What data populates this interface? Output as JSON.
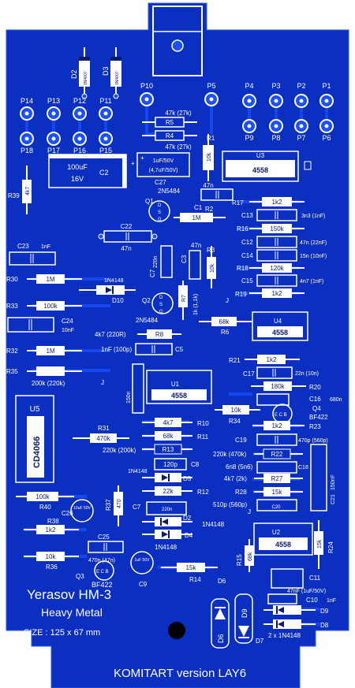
{
  "board": {
    "background": "#0b2fc0",
    "copper": "#1b4fff",
    "silk": "#ffffff",
    "title_line1": "Yerasov HM-3",
    "title_line2": "Heavy Metal",
    "size": "SIZE : 125 x 67 mm",
    "footer": "KOMITART version LAY6"
  },
  "pads": {
    "p14": "P14",
    "p13": "P13",
    "p12": "P12",
    "p11": "P11",
    "p10": "P10",
    "p5": "P5",
    "p4": "P4",
    "p3": "P3",
    "p2": "P2",
    "p1": "P1",
    "p18": "P18",
    "p17": "P17",
    "p16": "P16",
    "p15": "P15",
    "p9": "P9",
    "p8": "P8",
    "p7": "P7",
    "p6": "P6"
  },
  "diodes": {
    "d2": "D2",
    "d2_type": "1N4007",
    "d3": "D3",
    "d3_type": "1N4007",
    "d10": "D10",
    "d10_type": "1N4148",
    "d5": "D5",
    "d5_type": "1N4148",
    "d4": "D4",
    "d4_type": "1N4148",
    "d2b": "D2",
    "d2b_type": "1N4148",
    "d6": "D6",
    "d7": "D7",
    "d8": "D8",
    "d9": "D9",
    "d9_type": "2 x 1N4148",
    "d6_body": "D6",
    "d9_body": "D9"
  },
  "parts": {
    "r5": "R5",
    "r4": "R4",
    "r5_val": "47k (27k)",
    "r4_val": "47k (27k)",
    "r1": "R1",
    "r1_val": "10k",
    "c2": "C2",
    "c2_val": "100uF",
    "c2_v": "16V",
    "c27": "C27",
    "c27_val": "1uF/50V",
    "c27_alt": "(4,7uF/50V)",
    "u3": "U3",
    "u3_type": "4558",
    "r39": "R39",
    "r39_val": "4k7",
    "q1": "Q1",
    "q1_type": "2N5484",
    "c1": "C1",
    "c1_val": "47n",
    "r2": "R2",
    "r2_val": "1M",
    "r17": "R17",
    "r17_val": "1k2",
    "c13": "C13",
    "c13_val": "3n3 (1nF)",
    "r16": "R16",
    "r16_val": "150k",
    "c12": "C12",
    "c12_val": "47n (22nF)",
    "c14": "C14",
    "c14_val": "15n (10nF)",
    "r18": "R18",
    "r18_val": "120k",
    "c15": "C15",
    "c15_val": "4n7 (1nF)",
    "r19": "R19",
    "r19_val": "1k2",
    "c22": "C22",
    "c22_val": "47n",
    "c23": "C23",
    "c23_val": "1nF",
    "c7": "C7",
    "c7_val": "220n",
    "c3": "C3",
    "c3_val": "47n",
    "r3": "R3",
    "r3_val": "10k",
    "r30": "R30",
    "r30_val": "1M",
    "r33": "R33",
    "r33_val": "100k",
    "c24": "C24",
    "c24_val": "10nF",
    "r7": "R7",
    "r7_val": "1k (1,1k)",
    "q2": "Q2",
    "q2_type": "2N5484",
    "r6": "R6",
    "r6_val": "68k",
    "u4": "U4",
    "u4_type": "4558",
    "r8": "R8",
    "r8_val": "4k7 (220R)",
    "c5": "C5",
    "c5_val": "1nF (100p)",
    "r32": "R32",
    "r32_val": "1M",
    "r35": "R35",
    "r35_val": "200k (220k)",
    "r21": "R21",
    "r21_val": "1k2",
    "c17": "C17",
    "c17_val": "22n (10n)",
    "r20": "R20",
    "r20_val": "180k",
    "c16": "C16",
    "c16_val": "680n",
    "q4": "Q4",
    "q4_type": "BF422",
    "u1": "U1",
    "u1_type": "4558",
    "c150": "150n",
    "r34": "R34",
    "r34_val": "10k",
    "u5": "U5",
    "u5_type": "CD4066",
    "r10": "R10",
    "r10_val": "4k7",
    "r11": "R11",
    "r11_val": "68k",
    "r13": "R13",
    "r13_val": "220k (200k)",
    "r31": "R31",
    "r31_val": "470k",
    "c8": "C8",
    "c8_val": "120p",
    "r23": "R23",
    "r23_val": "1k2",
    "c19": "C19",
    "c19_val": "470p (560p)",
    "r22": "R22",
    "r22_val": "220k (470k)",
    "c18": "C18",
    "c18_val": "6n8 (5n6)",
    "r27": "R27",
    "r27_val": "4k7 (2k)",
    "r28": "R28",
    "r28_val": "15k",
    "c20": "C20",
    "c20_val": "510p (560p)",
    "c21": "C21",
    "c21_val": "150nF",
    "r40": "R40",
    "r40_val": "100k",
    "r37": "R37",
    "r37_val": "470",
    "r12": "R12",
    "r12_val": "22k",
    "c26": "C26",
    "c26_val": "10uF 50V",
    "r38": "R38",
    "r38_val": "1k2",
    "c25": "C25",
    "c25_val": "470n (47n)",
    "r36": "R36",
    "r36_val": "10k",
    "q3": "Q3",
    "q3_type": "BF422",
    "c9": "C9",
    "c9_val": "1uF 50V",
    "r14": "R14",
    "r14_val": "15k",
    "u2": "U2",
    "u2_type": "4558",
    "r15": "R15",
    "r15_val": "68k",
    "r24": "R24",
    "r24_val": "15k",
    "c11": "C11",
    "c11_val": "47nF (1uF/50V)",
    "c10": "C10",
    "c10_val": "1nF"
  }
}
